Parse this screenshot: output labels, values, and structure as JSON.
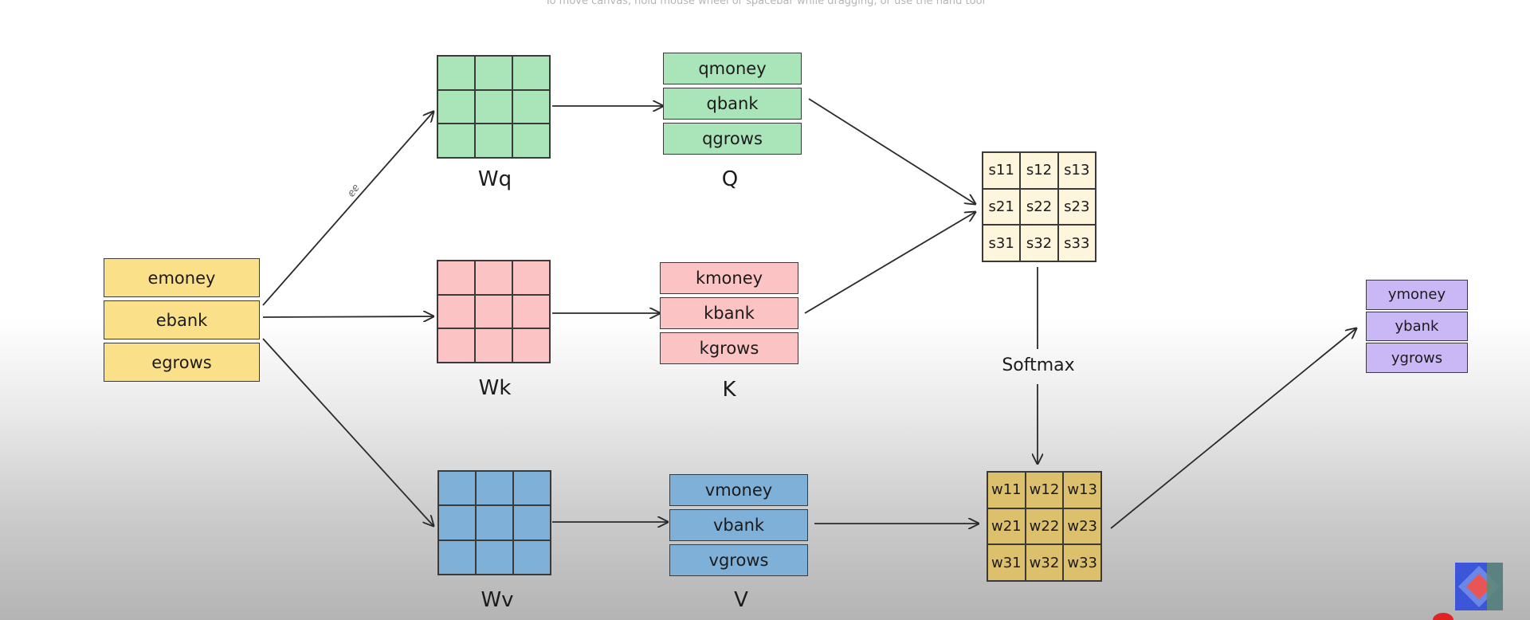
{
  "hint": "To move canvas, hold mouse wheel or spacebar while dragging, or use the hand tool",
  "colors": {
    "embedding": "#fbe08a",
    "query": "#a9e5b8",
    "key": "#fbc3c3",
    "value": "#7fb0d8",
    "scores": "#fdf6dc",
    "weights": "#dcc06c",
    "output": "#c9b8f5",
    "stroke": "#3a3a3a"
  },
  "embedding": [
    "emoney",
    "ebank",
    "egrows"
  ],
  "weights": {
    "q": "Wq",
    "k": "Wk",
    "v": "Wv"
  },
  "query": {
    "label": "Q",
    "rows": [
      "qmoney",
      "qbank",
      "qgrows"
    ]
  },
  "key": {
    "label": "K",
    "rows": [
      "kmoney",
      "kbank",
      "kgrows"
    ]
  },
  "value": {
    "label": "V",
    "rows": [
      "vmoney",
      "vbank",
      "vgrows"
    ]
  },
  "scores": [
    "s11",
    "s12",
    "s13",
    "s21",
    "s22",
    "s23",
    "s31",
    "s32",
    "s33"
  ],
  "softmax": "Softmax",
  "attn_weights": [
    "w11",
    "w12",
    "w13",
    "w21",
    "w22",
    "w23",
    "w31",
    "w32",
    "w33"
  ],
  "output": [
    "ymoney",
    "ybank",
    "ygrows"
  ],
  "arrow_note": "ⅇⅇ"
}
